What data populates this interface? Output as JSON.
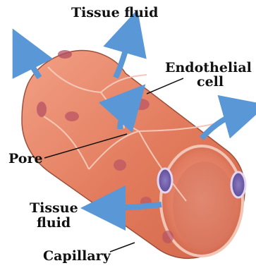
{
  "diagram": {
    "labels": {
      "tissue_fluid_top": "Tissue fluid",
      "endothelial_line1": "Endothelial",
      "endothelial_line2": "cell",
      "pore": "Pore",
      "tissue_fluid_bottom_line1": "Tissue",
      "tissue_fluid_bottom_line2": "fluid",
      "capillary": "Capillary"
    },
    "colors": {
      "vessel_outer": "#e2795a",
      "vessel_inner": "#d96a4c",
      "cell_border": "#f1b7a1",
      "cell_spot": "#a7445b",
      "nucleus": "#6b5aa6",
      "fluid_arrow": "#5a97d6",
      "label_text": "#111111"
    }
  }
}
